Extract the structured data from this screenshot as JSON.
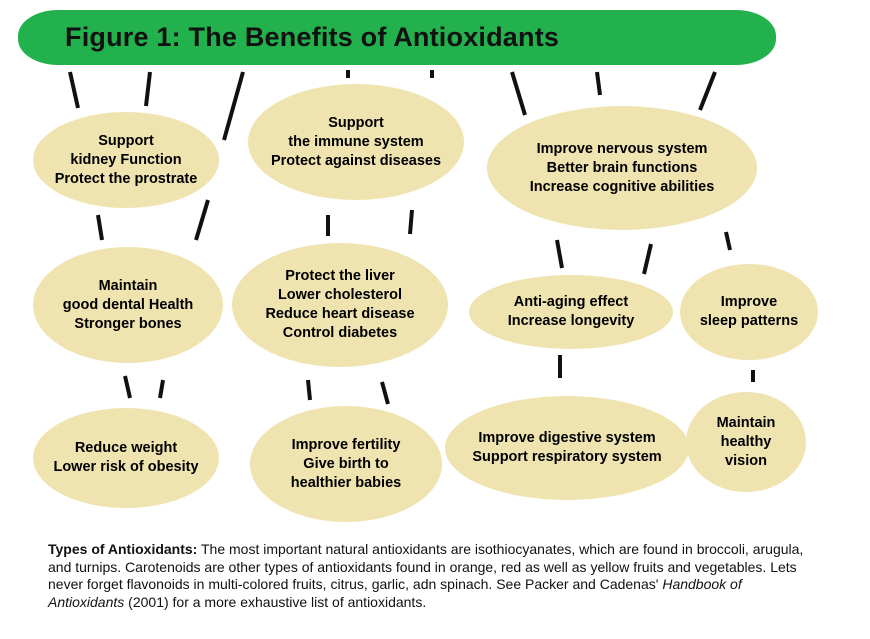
{
  "title": "Figure 1: The Benefits of Antioxidants",
  "colors": {
    "header": "#22b14c",
    "node_fill": "#efe4b0",
    "connector": "#111111"
  },
  "nodes": [
    {
      "id": "kidney",
      "lines": [
        "Support",
        "kidney Function",
        "Protect the prostrate"
      ]
    },
    {
      "id": "immune",
      "lines": [
        "Support",
        "the immune system",
        "Protect against diseases"
      ]
    },
    {
      "id": "nervous",
      "lines": [
        "Improve nervous system",
        "Better brain functions",
        "Increase cognitive abilities"
      ]
    },
    {
      "id": "dental",
      "lines": [
        "Maintain",
        "good dental Health",
        "Stronger bones"
      ]
    },
    {
      "id": "liver",
      "lines": [
        "Protect the liver",
        "Lower cholesterol",
        "Reduce heart disease",
        "Control diabetes"
      ]
    },
    {
      "id": "aging",
      "lines": [
        "Anti-aging effect",
        "Increase longevity"
      ]
    },
    {
      "id": "sleep",
      "lines": [
        "Improve",
        "sleep patterns"
      ]
    },
    {
      "id": "weight",
      "lines": [
        "Reduce weight",
        "Lower risk of obesity"
      ]
    },
    {
      "id": "fertility",
      "lines": [
        "Improve fertility",
        "Give birth to",
        "healthier babies"
      ]
    },
    {
      "id": "digestive",
      "lines": [
        "Improve digestive system",
        "Support respiratory system"
      ]
    },
    {
      "id": "vision",
      "lines": [
        "Maintain",
        "healthy",
        "vision"
      ]
    }
  ],
  "caption": {
    "label": "Types of Antioxidants:",
    "text1": " The most important natural antioxidants are isothiocyanates, which are found in broccoli, arugula, and turnips. Carotenoids are other types of antioxidants found in orange, red as well as yellow fruits and vegetables. Lets never forget flavonoids in multi-colored fruits, citrus, garlic, adn spinach. See Packer and Cadenas' ",
    "book": "Handbook of Antioxidants",
    "text2": " (2001) for a more exhaustive list of antioxidants."
  }
}
